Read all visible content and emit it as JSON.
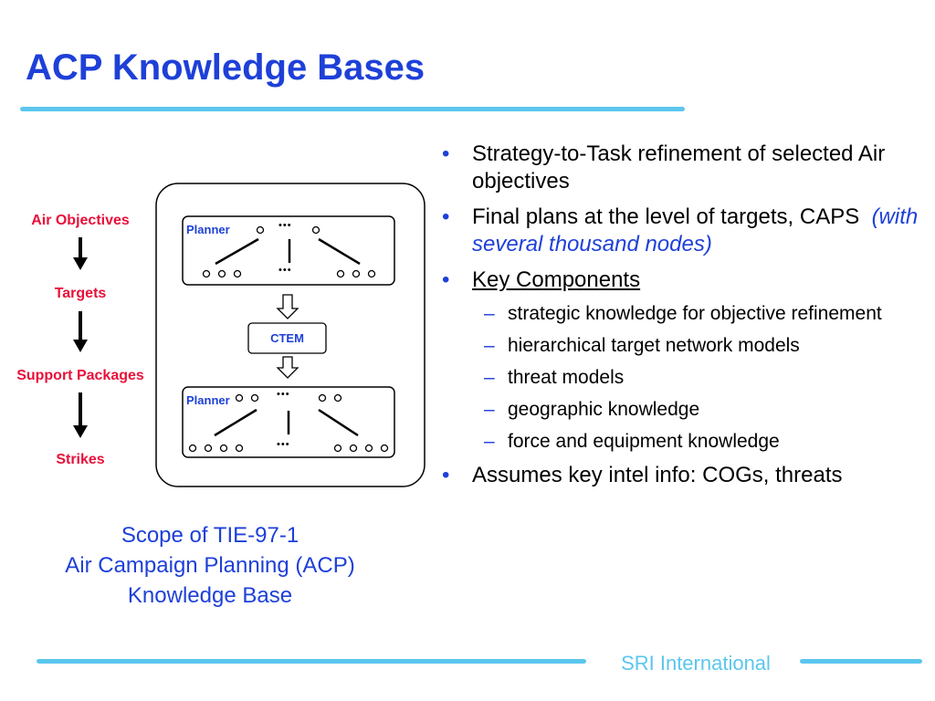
{
  "title": "ACP Knowledge Bases",
  "bullets": {
    "b1": "Strategy-to-Task refinement of selected Air objectives",
    "b2_main": "Final plans at the level of targets, CAPS",
    "b2_em": "(with several thousand nodes)",
    "b3": "Key Components",
    "sub": [
      "strategic knowledge for objective refinement",
      "hierarchical target network models",
      "threat models",
      "geographic knowledge",
      "force and equipment knowledge"
    ],
    "b4": "Assumes key intel info: COGs, threats"
  },
  "flow": [
    "Air Objectives",
    "Targets",
    "Support Packages",
    "Strikes"
  ],
  "diagram": {
    "planner_top": "Planner",
    "ctem": "CTEM",
    "planner_bottom": "Planner",
    "ellipsis": "•••"
  },
  "caption": [
    "Scope of TIE-97-1",
    "Air Campaign Planning (ACP)",
    "Knowledge Base"
  ],
  "footer": "SRI International",
  "colors": {
    "title": "#1e40d8",
    "accent_rule": "#5bc6ee",
    "flow_label": "#e8103a"
  }
}
